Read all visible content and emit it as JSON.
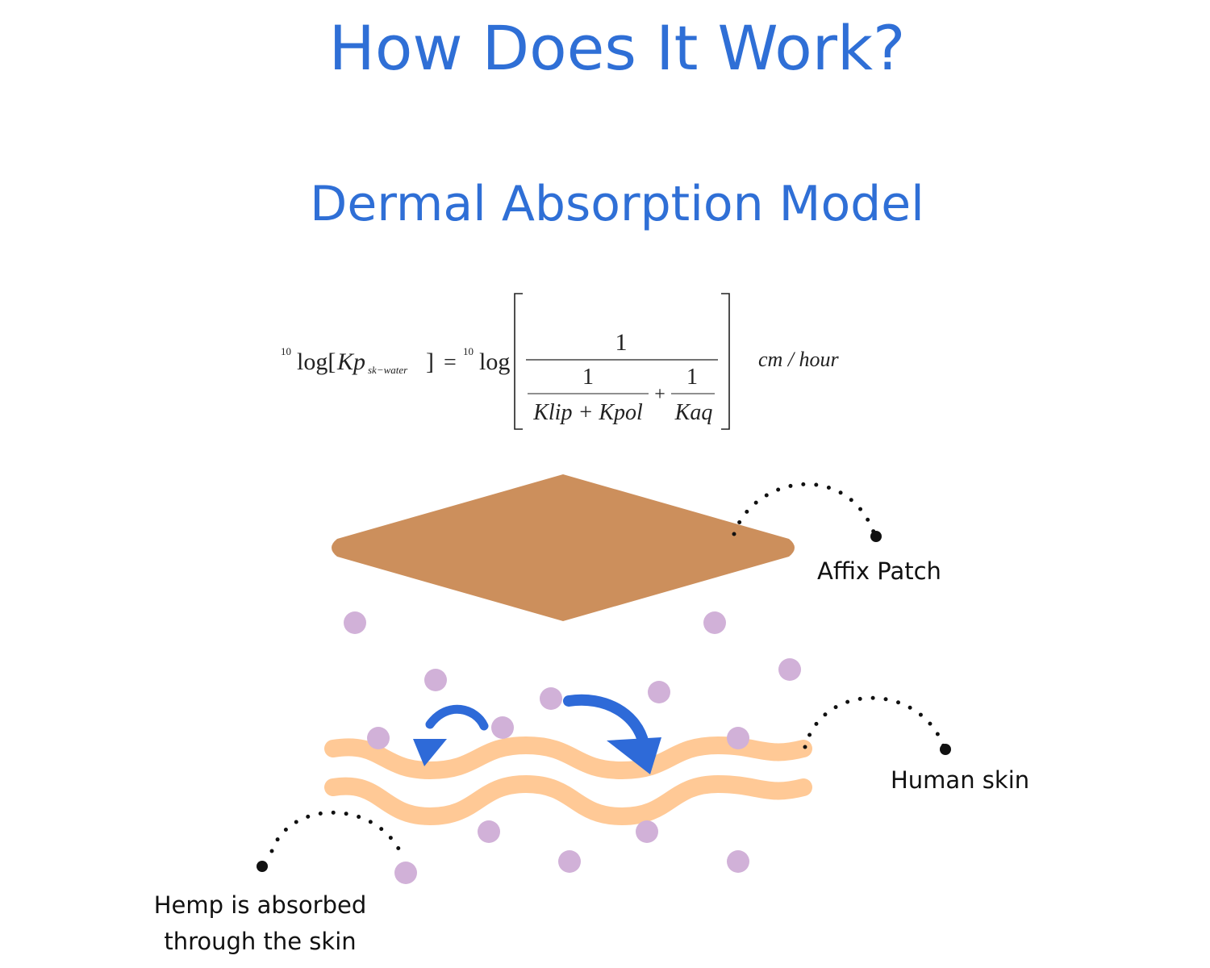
{
  "header": {
    "title": "How Does It Work?",
    "subtitle": "Dermal Absorption Model"
  },
  "equation": {
    "lhs_base": "10",
    "lhs_log": "log[",
    "lhs_var": "Kp",
    "lhs_sub": "sk−water",
    "lhs_close": "]",
    "equals": "=",
    "rhs_base": "10",
    "rhs_log": "log",
    "outer_numerator": "1",
    "inner_numerator_1": "1",
    "inner_denominator_1": "Klip + Kpol",
    "plus": "+",
    "inner_numerator_2": "1",
    "inner_denominator_2": "Kaq",
    "unit": "cm / hour"
  },
  "labels": {
    "patch": "Affix Patch",
    "skin": "Human skin",
    "hemp_line1": "Hemp is absorbed",
    "hemp_line2": "through the skin"
  },
  "colors": {
    "title": "#2f6fd6",
    "patch": "#cc8f5c",
    "skin": "#ffc996",
    "particle": "#d1b1d8",
    "arrow": "#2e6ad8",
    "dots": "#111111"
  },
  "icons": {
    "arrow_left": "curved-arrow-left-icon",
    "arrow_right": "curved-arrow-right-icon"
  }
}
